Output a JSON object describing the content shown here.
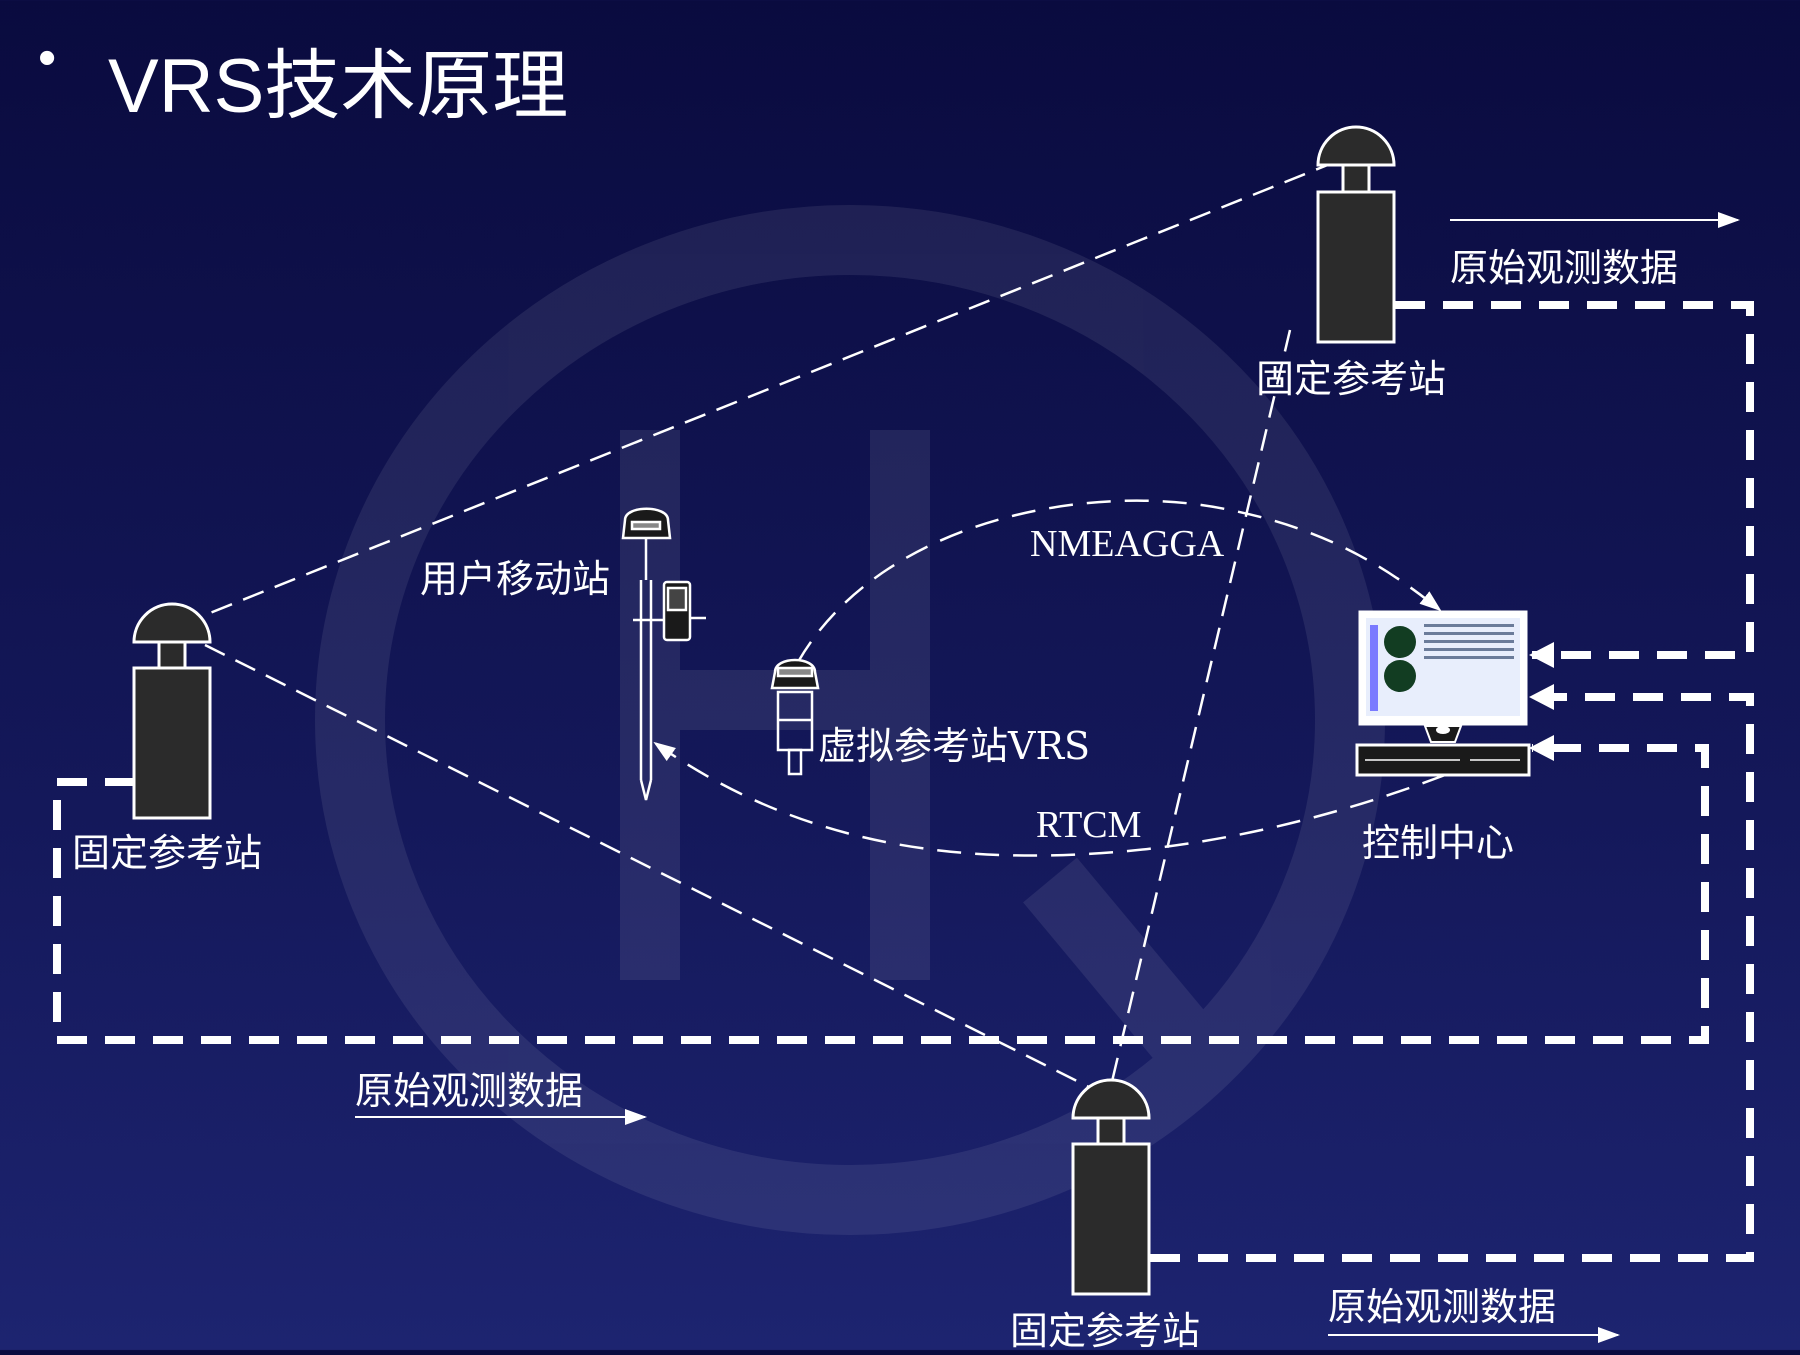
{
  "title": {
    "bullet": "•",
    "text": "VRS技术原理"
  },
  "stations": {
    "top_right": "固定参考站",
    "left": "固定参考站",
    "bottom": "固定参考站"
  },
  "rover": {
    "label": "用户移动站"
  },
  "virtual_station": {
    "label": "虚拟参考站VRS"
  },
  "control_center": {
    "label": "控制中心"
  },
  "links": {
    "nmea": "NMEAGGA",
    "rtcm": "RTCM"
  },
  "raw_data": {
    "top_right": "原始观测数据",
    "left_bottom": "原始观测数据",
    "bottom_right": "原始观测数据"
  },
  "colors": {
    "background": "#0a0b3f",
    "line": "#ffffff",
    "station_body": "#2b2b2b"
  }
}
